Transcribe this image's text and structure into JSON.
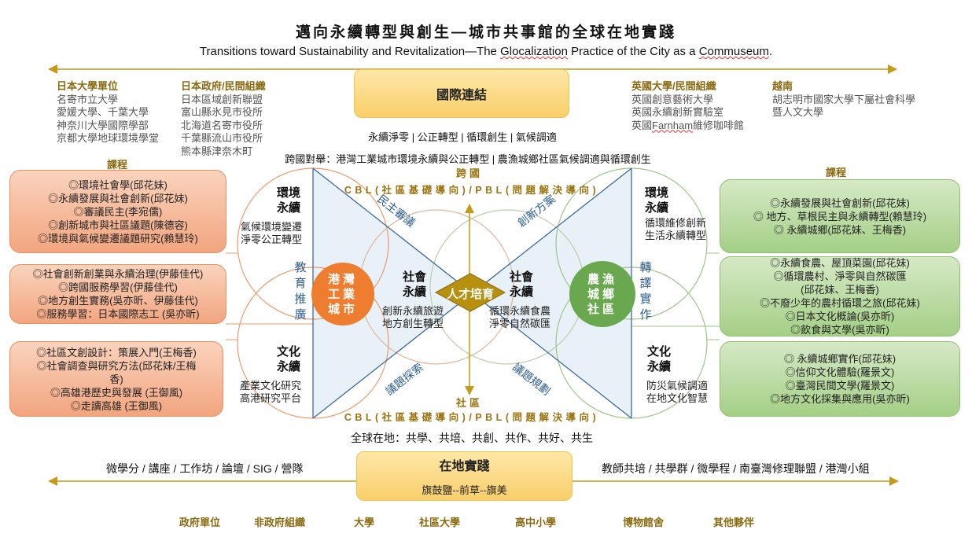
{
  "title": "邁向永續轉型與創生—城市共事館的全球在地實踐",
  "subtitle_pre": "Transitions toward Sustainability and Revitalization—The ",
  "subtitle_w1": "Glocalization",
  "subtitle_mid": " Practice of the City as a ",
  "subtitle_w2": "Commuseum",
  "subtitle_end": ".",
  "partners": {
    "jp_univ": {
      "heading": "日本大學單位",
      "items": [
        "名寄市立大學",
        "愛媛大學、千葉大學",
        "神奈川大學國際學部",
        "京都大學地球環境學堂"
      ]
    },
    "jp_gov": {
      "heading": "日本政府/民間組織",
      "items": [
        "日本區域創新聯盟",
        "富山縣氷見市役所",
        "北海道名寄市役所",
        "千葉縣流山市役所",
        "熊本縣津奈木町"
      ]
    },
    "uk": {
      "heading": "英國大學/民間組織",
      "items": [
        "英國創意藝術大學",
        "英國永續創新實驗室"
      ],
      "last_pre": "英國",
      "last_word": "Farnham",
      "last_post": "維修咖啡館"
    },
    "vn": {
      "heading": "越南",
      "items": [
        "胡志明市國家大學下屬社會科學",
        "暨人文大學"
      ]
    }
  },
  "international": {
    "label": "國際連結",
    "keywords": "永續淨零 | 公正轉型 | 循環創生 | 氣候調適"
  },
  "cross_national": "跨國對舉：港灣工業城市環境永續與公正轉型 | 農漁城鄉社區氣候調適與循環創生",
  "axis": {
    "top": "跨國",
    "bottom": "社區",
    "cbl": "CBL(社區基礎導向)/PBL(問題解決導向)"
  },
  "courses_label": "課程",
  "left_courses": [
    [
      "◎環境社會學(邱花妹)",
      "◎永續發展與社會創新(邱花妹)",
      "◎審議民主(李宛儒)",
      "◎創新城市與社區議題(陳德容)",
      "◎環境與氣候變遷議題研究(賴慧玲)"
    ],
    [
      "◎社會創新創業與永續治理(伊藤佳代)",
      "◎跨國服務學習(伊藤佳代)",
      "◎地方創生實務(吳亦昕、伊藤佳代)",
      "◎服務學習：日本國際志工 (吳亦昕)"
    ],
    [
      "◎社區文創設計：策展入門(王梅香)",
      "◎社會調查與研究方法(邱花妹/王梅",
      "香)",
      "◎高雄港歷史與發展 (王御風)",
      "◎走讀高雄 (王御風)"
    ]
  ],
  "right_courses": [
    [
      "◎永續發展與社會創新(邱花妹)",
      "◎ 地方、草根民主與永續轉型(賴慧玲)",
      "◎ 永續城鄉(邱花妹、王梅香)"
    ],
    [
      "◎永續食農、屋頂菜園(邱花妹)",
      "◎循環農村、淨零與自然碳匯",
      "(邱花妹、王梅香)",
      "◎不廢少年的農村循環之旅(邱花妹)",
      "◎日本文化概論(吳亦昕)",
      "◎飲食與文學(吳亦昕)"
    ],
    [
      "◎ 永續城鄉實作(邱花妹)",
      "◎信仰文化體驗(羅景文)",
      "◎臺灣民間文學(羅景文)",
      "◎地方文化採集與應用(吳亦昕)"
    ]
  ],
  "left": {
    "env": {
      "h1": "環境",
      "h2": "永續",
      "d1": "氣候環境變遷",
      "d2": "淨零公正轉型"
    },
    "soc": {
      "h1": "社會",
      "h2": "永續",
      "d1": "創新永續旅遊",
      "d2": "地方創生轉型"
    },
    "cul": {
      "h1": "文化",
      "h2": "永續",
      "d1": "產業文化研究",
      "d2": "高港研究平台"
    },
    "vertical": "教育推廣",
    "hub": [
      "港灣",
      "工業",
      "城市"
    ]
  },
  "right": {
    "env": {
      "h1": "環境",
      "h2": "永續",
      "d1": "循環維修創新",
      "d2": "生活永續轉型"
    },
    "soc": {
      "h1": "社會",
      "h2": "永續",
      "d1": "循環永續食農",
      "d2": "淨零自然碳匯"
    },
    "cul": {
      "h1": "文化",
      "h2": "永續",
      "d1": "防災氣候調適",
      "d2": "在地文化智慧"
    },
    "vertical": "轉譯實作",
    "hub": [
      "農漁",
      "城鄉",
      "社區"
    ]
  },
  "center": "人才培育",
  "diagonals": {
    "tl": "民主審議",
    "tr": "創新方案",
    "bl": "議題探索",
    "br": "議題規劃"
  },
  "glocal": "全球在地：共學、共培、共創、共作、共好、共生",
  "local": {
    "label": "在地實踐",
    "sub": "旗鼓鹽--前草--旗美",
    "left_activities": "微學分 / 講座 / 工作坊 / 論壇 / SIG / 營隊",
    "right_activities": "教師共培 / 共學群 / 微學程 / 南臺灣修理聯盟 / 港灣小組"
  },
  "bottom_partners": [
    "政府單位",
    "非政府組織",
    "大學",
    "社區大學",
    "高中小學",
    "博物館舍",
    "其他夥伴"
  ],
  "colors": {
    "gold": "#b8900f",
    "orange": "#ee7d30",
    "green": "#6aa84f",
    "blue": "#2e5e8e"
  }
}
